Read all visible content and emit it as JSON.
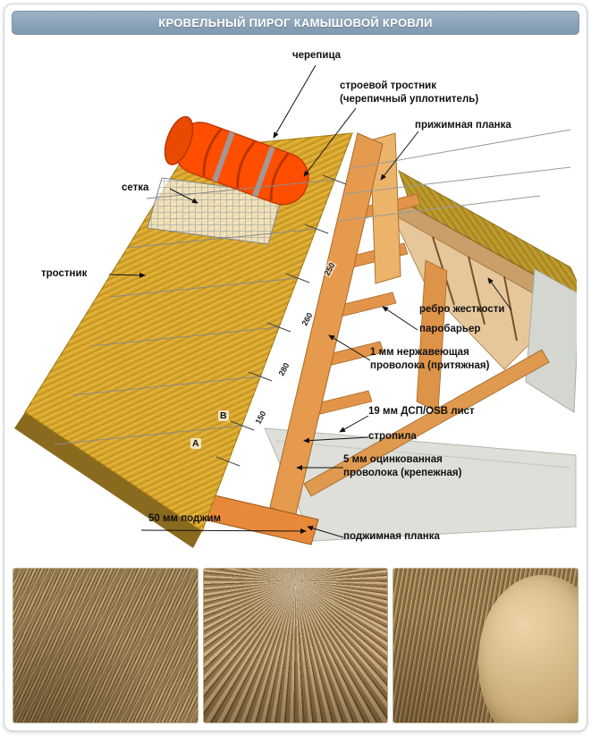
{
  "header": {
    "title": "КРОВЕЛЬНЫЙ ПИРОГ КАМЫШОВОЙ КРОВЛИ"
  },
  "diagram": {
    "labels": {
      "tile": "черепица",
      "building_reed_line1": "строевой тростник",
      "building_reed_line2": "(черепичный уплотнитель)",
      "clamp_strip": "прижимная планка",
      "mesh": "сетка",
      "reed": "тростник",
      "stiffening_rib": "ребро жесткости",
      "vapor_barrier": "паробарьер",
      "stainless_wire_line1": "1 мм нержавеющая",
      "stainless_wire_line2": "проволока (притяжная)",
      "osb_sheet": "19 мм ДСП/OSB лист",
      "rafters": "стропила",
      "galvanized_wire_line1": "5 мм оцинкованная",
      "galvanized_wire_line2": "проволока (крепежная)",
      "press_50mm": "50 мм поджим",
      "press_strip": "поджимная планка"
    },
    "dimensions": {
      "d1": "250",
      "d2": "260",
      "d3": "280",
      "d4": "150"
    },
    "markers": {
      "b": "В",
      "a": "А"
    },
    "colors": {
      "thatch": "#d8a52b",
      "tiles": "#ff4e00",
      "wood": "#e59a4e",
      "headerTop": "#9db1c4",
      "headerBottom": "#7e99b0"
    }
  },
  "photos": [
    {
      "name": "thatch-texture-closeup"
    },
    {
      "name": "thatch-ridge-corner"
    },
    {
      "name": "thatch-eave-wall"
    }
  ]
}
